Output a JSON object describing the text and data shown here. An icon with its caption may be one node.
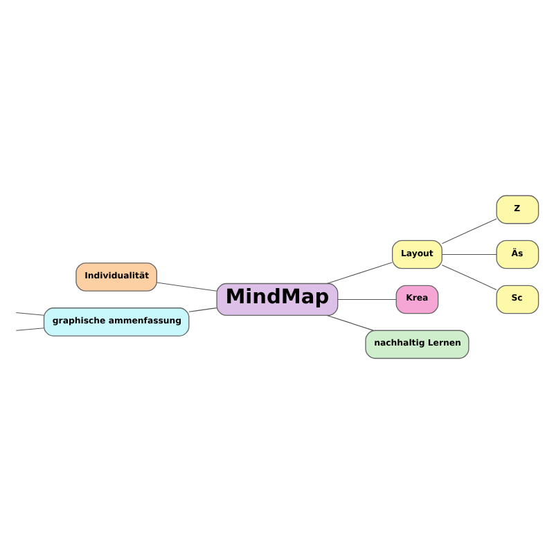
{
  "diagram": {
    "nodes": [
      {
        "text": [
          "MindMap"
        ]
      },
      {
        "text": [
          "Individualität"
        ]
      },
      {
        "text": [
          "Layout"
        ]
      },
      {
        "text": [
          "Z"
        ]
      },
      {
        "text": [
          "Äs"
        ]
      },
      {
        "text": [
          "Sc"
        ]
      },
      {
        "text": [
          "Krea"
        ]
      },
      {
        "text": [
          "graphische ammenfassung"
        ]
      },
      {
        "text": [
          "nachhaltig Lernen"
        ]
      }
    ],
    "edges": [
      {
        "from": 0,
        "to": 1,
        "arrow": "none"
      },
      {
        "from": 0,
        "to": 2,
        "arrow": "none"
      },
      {
        "from": 2,
        "to": 3,
        "arrow": "none"
      },
      {
        "from": 2,
        "to": 4,
        "arrow": "none"
      },
      {
        "from": 2,
        "to": 5,
        "arrow": "none"
      },
      {
        "from": 0,
        "to": 6,
        "arrow": "none"
      },
      {
        "from": 0,
        "to": 7,
        "arrow": "none"
      },
      {
        "from": 0,
        "to": 8,
        "arrow": "none"
      },
      {
        "from": 7,
        "to": null,
        "arrow": "none"
      },
      {
        "from": 7,
        "to": null,
        "arrow": "none"
      }
    ]
  }
}
